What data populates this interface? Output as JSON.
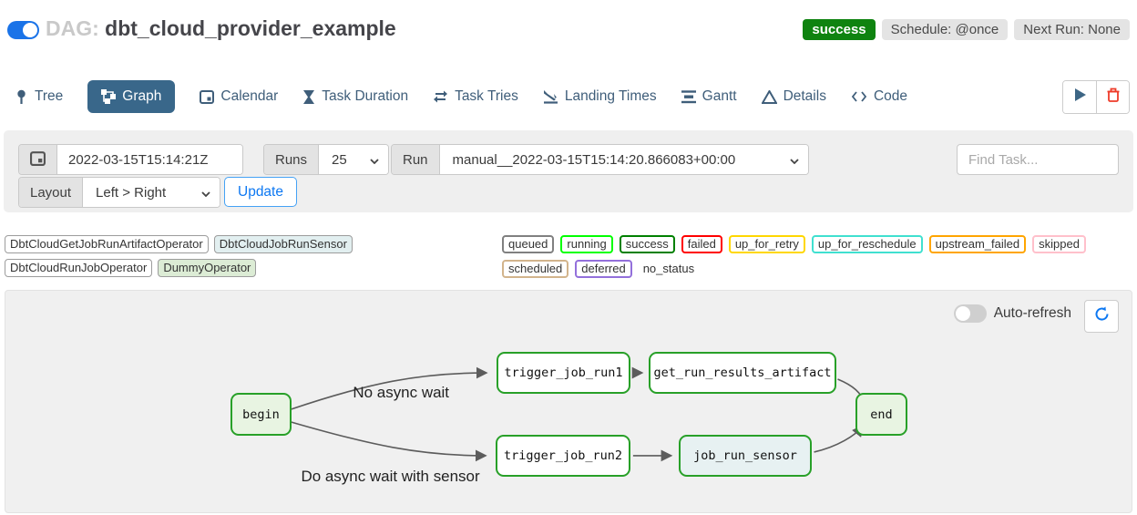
{
  "header": {
    "dag_prefix": "DAG:",
    "dag_title": "dbt_cloud_provider_example",
    "dag_paused_toggle_on": true,
    "status_badge": "success",
    "schedule_badge": "Schedule: @once",
    "next_run_badge": "Next Run: None",
    "success_color": "#0f8310"
  },
  "tabs": {
    "active": "Graph",
    "items": [
      {
        "label": "Tree",
        "icon": "tree-icon"
      },
      {
        "label": "Graph",
        "icon": "graph-icon"
      },
      {
        "label": "Calendar",
        "icon": "calendar-icon"
      },
      {
        "label": "Task Duration",
        "icon": "hourglass-icon"
      },
      {
        "label": "Task Tries",
        "icon": "repeat-icon"
      },
      {
        "label": "Landing Times",
        "icon": "plane-landing-icon"
      },
      {
        "label": "Gantt",
        "icon": "gantt-icon"
      },
      {
        "label": "Details",
        "icon": "details-triangle-icon"
      },
      {
        "label": "Code",
        "icon": "code-icon"
      }
    ],
    "active_bg": "#39678a",
    "inactive_color": "#3f5e7a"
  },
  "filters": {
    "base_date_value": "2022-03-15T15:14:21Z",
    "runs_label": "Runs",
    "runs_value": "25",
    "run_label": "Run",
    "run_value": "manual__2022-03-15T15:14:20.866083+00:00",
    "find_task_placeholder": "Find Task...",
    "layout_label": "Layout",
    "layout_value": "Left > Right",
    "update_button_label": "Update",
    "update_accent": "#0d78f2"
  },
  "legend": {
    "operators": [
      {
        "name": "DbtCloudGetJobRunArtifactOperator",
        "fill": "#ffffff"
      },
      {
        "name": "DbtCloudJobRunSensor",
        "fill": "#e2eff0"
      },
      {
        "name": "DbtCloudRunJobOperator",
        "fill": "#ffffff"
      },
      {
        "name": "DummyOperator",
        "fill": "#dcecd5"
      }
    ],
    "states": [
      {
        "name": "queued",
        "color": "#808080"
      },
      {
        "name": "running",
        "color": "#00ff00"
      },
      {
        "name": "success",
        "color": "#008000"
      },
      {
        "name": "failed",
        "color": "#ff0000"
      },
      {
        "name": "up_for_retry",
        "color": "#ffd700"
      },
      {
        "name": "up_for_reschedule",
        "color": "#40e0d0"
      },
      {
        "name": "upstream_failed",
        "color": "#ffa500"
      },
      {
        "name": "skipped",
        "color": "#ffc0cb"
      },
      {
        "name": "scheduled",
        "color": "#d2b48c"
      },
      {
        "name": "deferred",
        "color": "#9370db"
      }
    ],
    "no_status_label": "no_status"
  },
  "graph": {
    "auto_refresh_label": "Auto-refresh",
    "auto_refresh_on": false,
    "node_border": "#28a028",
    "nodes": [
      {
        "id": "begin",
        "fill": "#e8f4e2",
        "state": "success"
      },
      {
        "id": "trigger_job_run1",
        "fill": "#ffffff",
        "state": "success"
      },
      {
        "id": "get_run_results_artifact",
        "fill": "#ffffff",
        "state": "success"
      },
      {
        "id": "end",
        "fill": "#e8f4e2",
        "state": "success"
      },
      {
        "id": "trigger_job_run2",
        "fill": "#ffffff",
        "state": "success"
      },
      {
        "id": "job_run_sensor",
        "fill": "#e7f1f2",
        "state": "success"
      }
    ],
    "edges": [
      {
        "from": "begin",
        "to": "trigger_job_run1",
        "label": "No async wait"
      },
      {
        "from": "begin",
        "to": "trigger_job_run2",
        "label": "Do async wait with sensor"
      },
      {
        "from": "trigger_job_run1",
        "to": "get_run_results_artifact",
        "label": ""
      },
      {
        "from": "get_run_results_artifact",
        "to": "end",
        "label": ""
      },
      {
        "from": "trigger_job_run2",
        "to": "job_run_sensor",
        "label": ""
      },
      {
        "from": "job_run_sensor",
        "to": "end",
        "label": ""
      }
    ]
  }
}
